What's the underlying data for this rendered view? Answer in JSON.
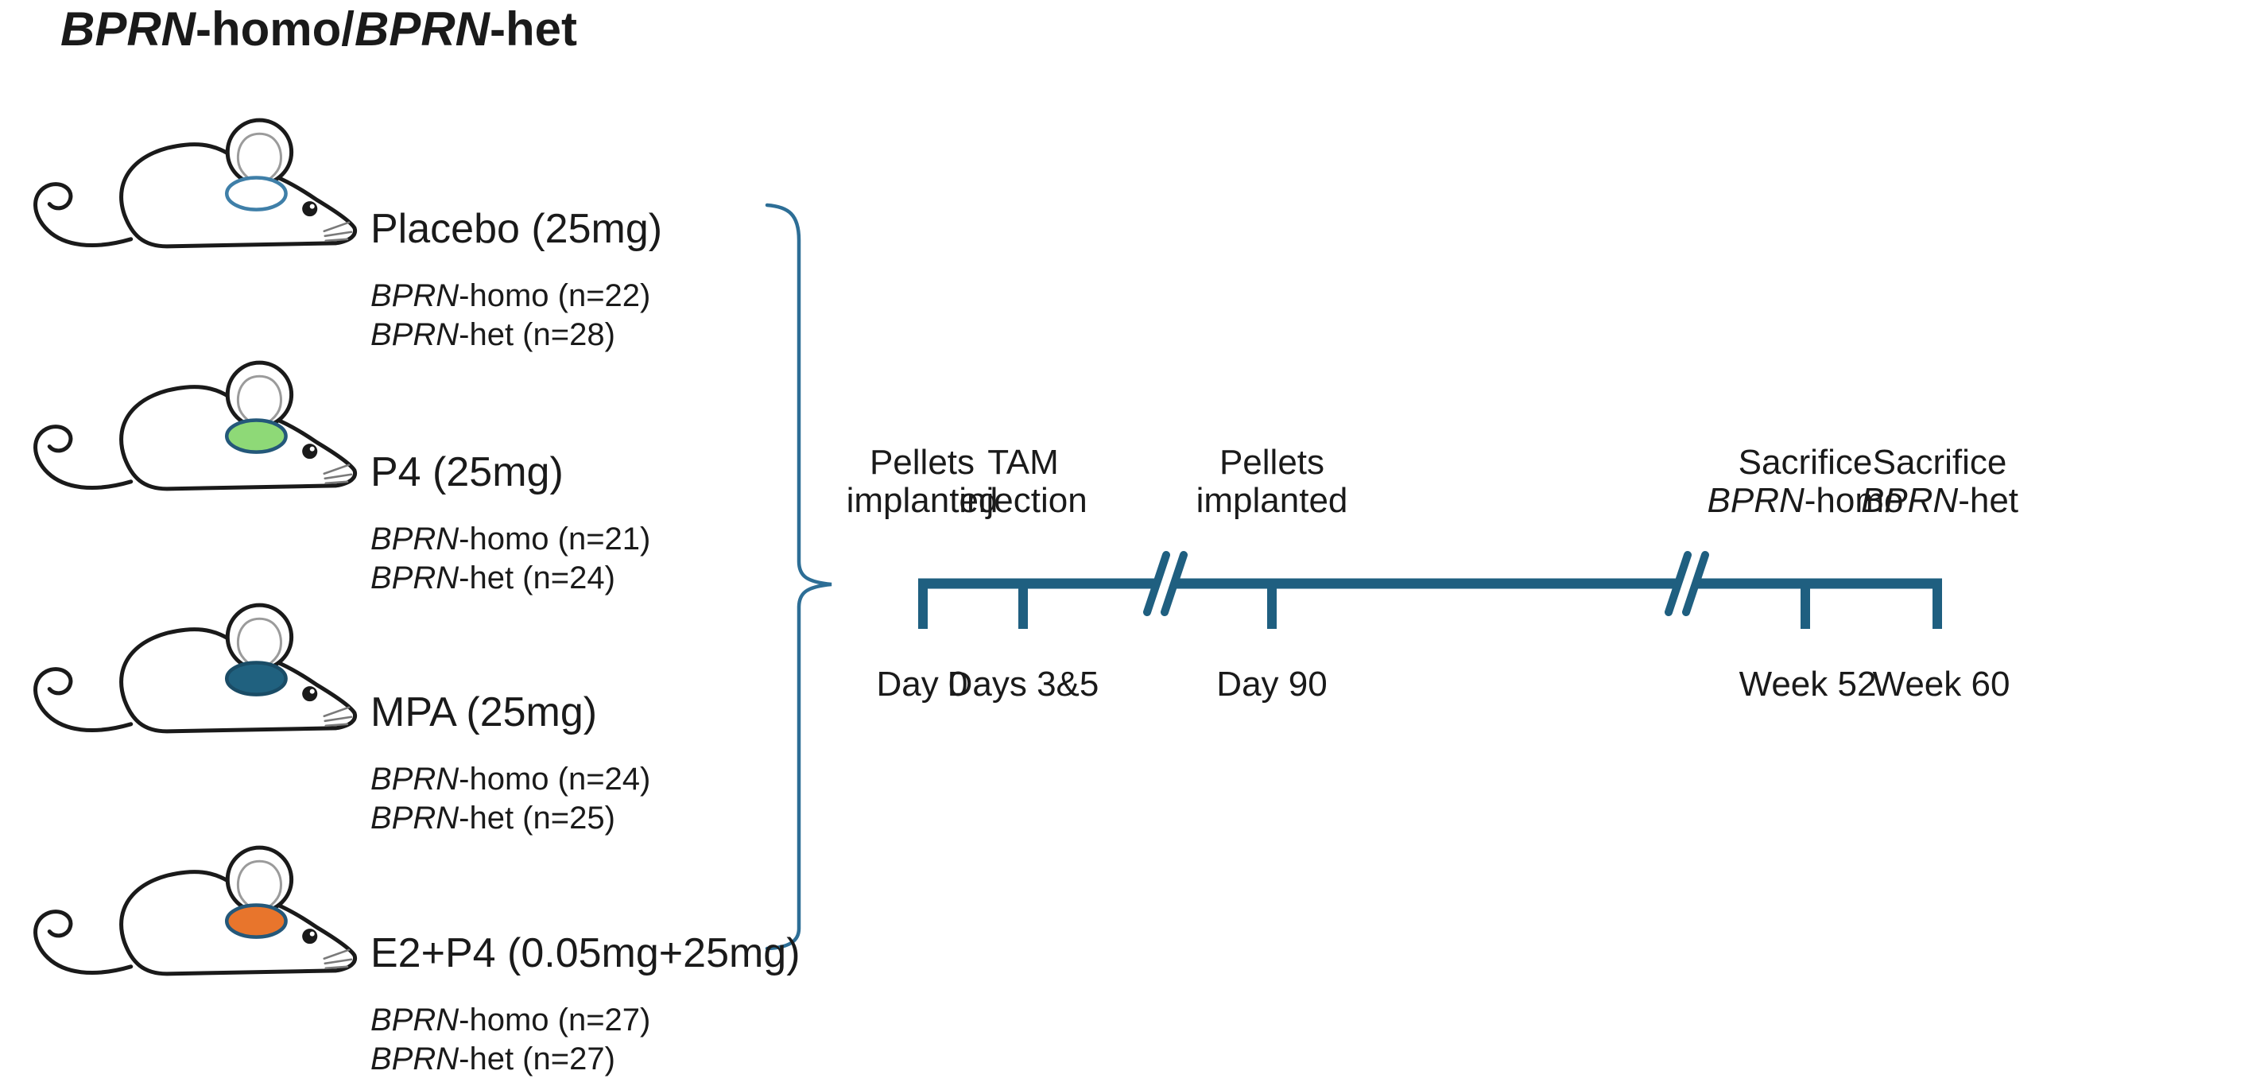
{
  "title": {
    "parts": [
      {
        "t": "BPRN"
      },
      {
        "t": "-homo/"
      },
      {
        "t": "BPRN"
      },
      {
        "t": "-het"
      }
    ]
  },
  "groups": [
    {
      "label": "Placebo (25mg)",
      "gene": "BPRN",
      "homo": "-homo (n=22)",
      "het": "-het (n=28)",
      "pellet": {
        "fill": "#ffffff",
        "stroke": "#3f7fa8"
      }
    },
    {
      "label": "P4 (25mg)",
      "gene": "BPRN",
      "homo": "-homo (n=21)",
      "het": "-het (n=24)",
      "pellet": {
        "fill": "#8ed977",
        "stroke": "#24587a"
      }
    },
    {
      "label": "MPA (25mg)",
      "gene": "BPRN",
      "homo": "-homo (n=24)",
      "het": "-het (n=25)",
      "pellet": {
        "fill": "#20617f",
        "stroke": "#1a4c66"
      }
    },
    {
      "label": "E2+P4 (0.05mg+25mg)",
      "gene": "BPRN",
      "homo": "-homo (n=27)",
      "het": "-het (n=27)",
      "pellet": {
        "fill": "#e8752c",
        "stroke": "#24587a"
      }
    }
  ],
  "timeline": {
    "color": "#1f5f80",
    "brace_color": "#2d6e96",
    "events": [
      {
        "above1": "Pellets",
        "above2_italic": "",
        "above2": "implanted",
        "below": "Day 0"
      },
      {
        "above1": "TAM",
        "above2_italic": "",
        "above2": "injection",
        "below": "Days 3&5"
      },
      {
        "above1": "Pellets",
        "above2_italic": "",
        "above2": "implanted",
        "below": "Day 90"
      },
      {
        "above1": "Sacrifice",
        "above2_italic": "BPRN",
        "above2": "-homo",
        "below": "Week 52"
      },
      {
        "above1": "Sacrifice",
        "above2_italic": "BPRN",
        "above2": "-het",
        "below": "Week 60"
      }
    ]
  }
}
